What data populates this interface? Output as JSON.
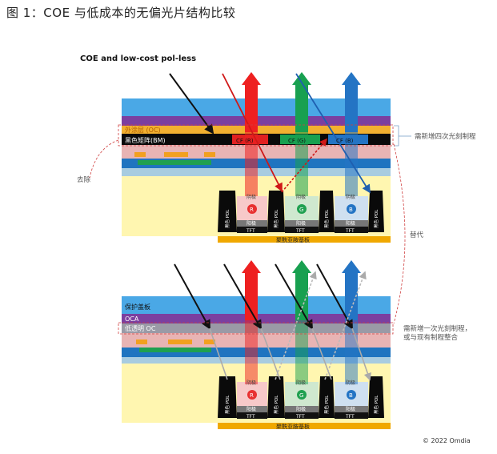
{
  "figure_title": "图 1：COE 与低成本的无偏光片结构比较",
  "diagram_title": "COE and low-cost pol-less",
  "copyright": "© 2022 Omdia",
  "notes": {
    "remove": "去除",
    "replace": "替代",
    "top_right": "需新增四次光刻制程",
    "bottom_right": "需新增一次光刻制程，或与现有制程整合"
  },
  "top": {
    "oc_label": "外涂层 (OC)",
    "bm_label": "黑色矩阵(BM)",
    "cf": [
      "CF (R)",
      "CF (G)",
      "CF (B)"
    ],
    "substrate": "聚酰亚胺基板",
    "pixels": [
      {
        "letter": "R",
        "cathode": "阴极",
        "anode": "阳极",
        "tft": "TFT"
      },
      {
        "letter": "G",
        "cathode": "阴极",
        "anode": "阳极",
        "tft": "TFT"
      },
      {
        "letter": "B",
        "cathode": "阴极",
        "anode": "阳极",
        "tft": "TFT"
      }
    ],
    "pdl": "黑色 PDL"
  },
  "bottom": {
    "cover_label": "保护盖板",
    "oca_label": "OCA",
    "oc_label": "低透明 OC",
    "substrate": "聚酰亚胺基板",
    "pixels": [
      {
        "letter": "R",
        "cathode": "阴极",
        "anode": "阳极",
        "tft": "TFT"
      },
      {
        "letter": "G",
        "cathode": "阴极",
        "anode": "阳极",
        "tft": "TFT"
      },
      {
        "letter": "B",
        "cathode": "阴极",
        "anode": "阳极",
        "tft": "TFT"
      }
    ],
    "pdl": "黑色 PDL"
  },
  "colors": {
    "cover": "#4aa8e6",
    "purple": "#7b3fa0",
    "oc_orange": "#f2b030",
    "pink": "#e8b4b4",
    "blue_band": "#1f74c0",
    "yellow": "#fff6b0",
    "substrate": "#f0a800",
    "red": "#ee2020",
    "green": "#18a050",
    "blue": "#2474c4"
  }
}
